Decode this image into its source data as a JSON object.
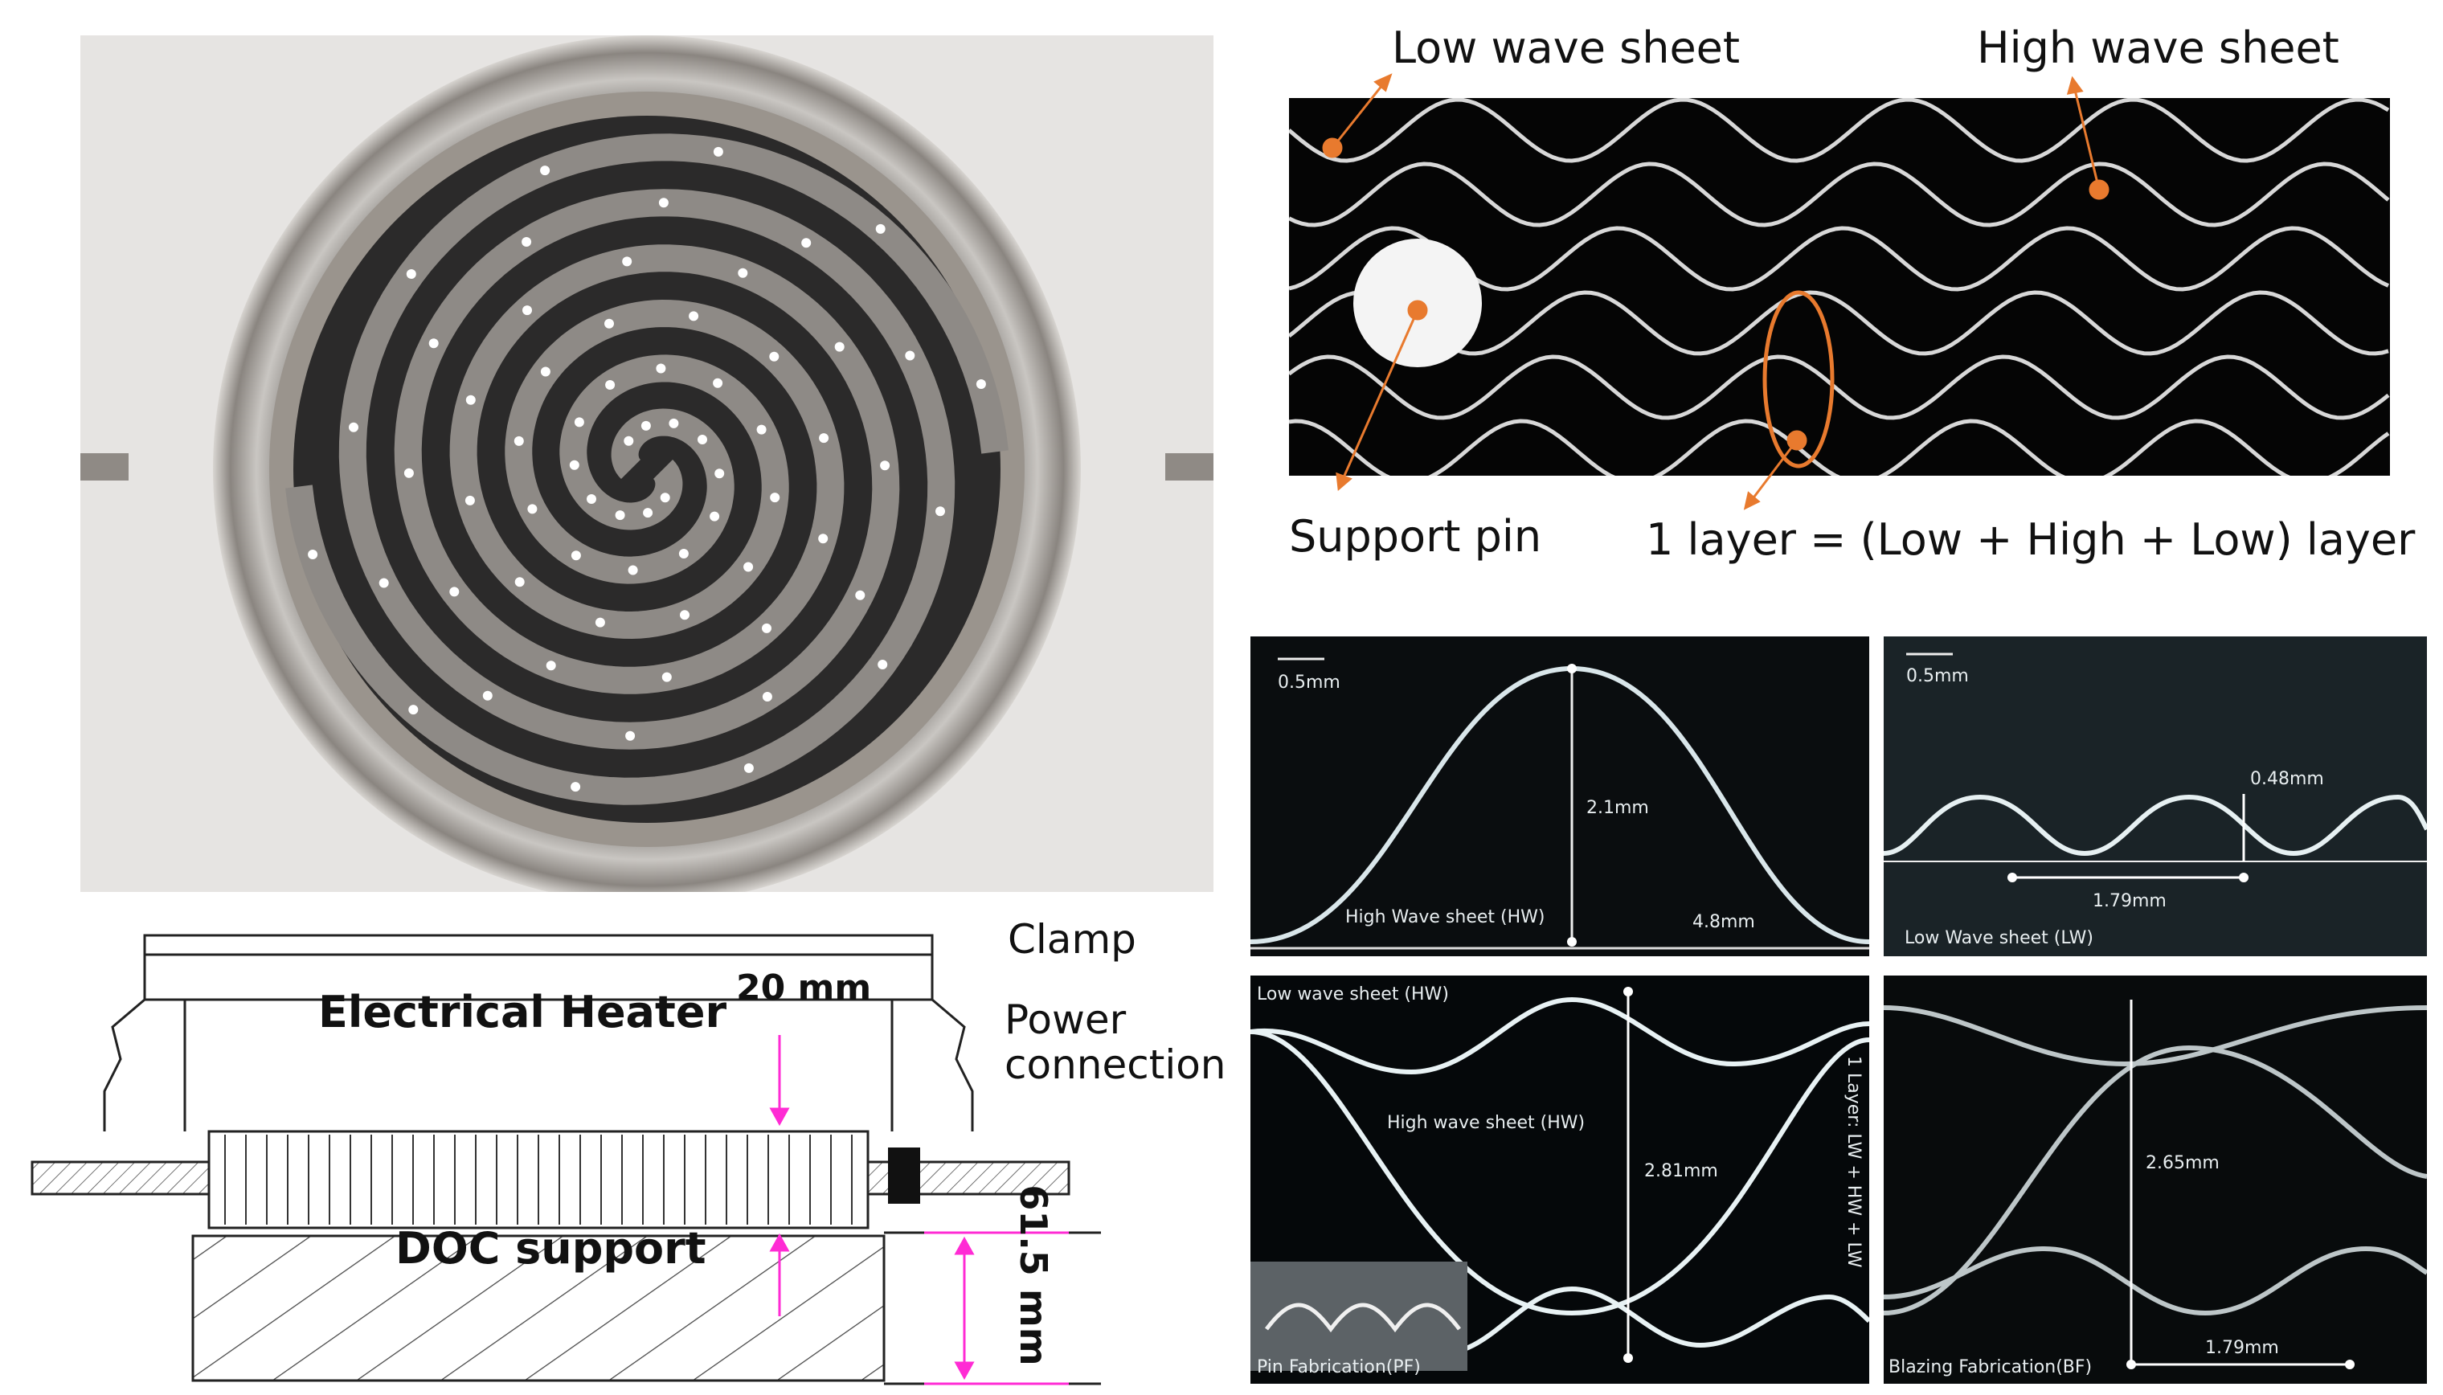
{
  "photo_panel": {},
  "labels": {
    "low_wave_sheet": "Low wave sheet",
    "high_wave_sheet": "High wave sheet",
    "support_pin": "Support pin",
    "layer_formula": "1 layer = (Low + High + Low) layer"
  },
  "schematic": {
    "clamp": "Clamp",
    "power_line1": "Power",
    "power_line2": "connection",
    "electrical_heater": "Electrical Heater",
    "dim_20": "20 mm",
    "doc_support": "DOC support",
    "dim_615": "61.5 mm"
  },
  "micro_hw": {
    "scale": "0.5mm",
    "height": "2.1mm",
    "width": "4.8mm",
    "caption": "High Wave sheet (HW)"
  },
  "micro_lw": {
    "scale": "0.5mm",
    "height": "0.48mm",
    "width": "1.79mm",
    "caption": "Low Wave sheet (LW)"
  },
  "micro_pf": {
    "top_label": "Low wave sheet (HW)",
    "middle_label": "High wave sheet (HW)",
    "height": "2.81mm",
    "side_label": "1 Layer: LW + HW + LW",
    "caption": "Pin Fabrication(PF)"
  },
  "micro_bf": {
    "height": "2.65mm",
    "width": "1.79mm",
    "caption": "Blazing Fabrication(BF)"
  },
  "colors": {
    "orange": "#e87a2e",
    "blue": "#1a3cff",
    "magenta": "#ff2bd4"
  }
}
